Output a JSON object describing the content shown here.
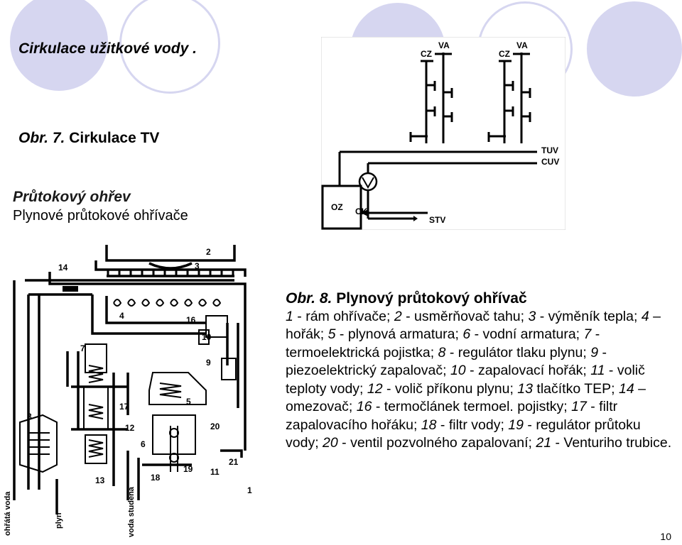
{
  "slide": {
    "title": "Cirkulace užitkové vody .",
    "figure7": {
      "prefix": "Obr. 7.",
      "label": "Cirkulace TV",
      "labels": {
        "va": "VA",
        "cz": "CZ",
        "tuv": "TUV",
        "cuv": "CUV",
        "oz": "OZ",
        "ck": "CK",
        "stv": "STV"
      }
    },
    "section": {
      "heading": "Průtokový ohřev",
      "subheading": "Plynové průtokové ohřívače"
    },
    "figure8": {
      "prefix": "Obr. 8.",
      "title": "Plynový průtokový ohřívač",
      "legend": [
        {
          "num": "1",
          "sep": " - ",
          "text": "rám ohřívače; "
        },
        {
          "num": "2",
          "sep": " - ",
          "text": "usměrňovač tahu; "
        },
        {
          "num": "3",
          "sep": " - ",
          "text": "výměník tepla; "
        },
        {
          "num": "4",
          "sep": " – ",
          "text": "hořák; "
        },
        {
          "num": "5",
          "sep": " - ",
          "text": "plynová armatura; "
        },
        {
          "num": "6",
          "sep": " - ",
          "text": "vodní armatura; "
        },
        {
          "num": "7",
          "sep": " - ",
          "text": "termoelektrická pojistka; "
        },
        {
          "num": "8",
          "sep": " - ",
          "text": "regulátor tlaku plynu; "
        },
        {
          "num": "9",
          "sep": " - ",
          "text": "piezoelektrický zapalovač; "
        },
        {
          "num": "10",
          "sep": " - ",
          "text": "zapalovací hořák; "
        },
        {
          "num": "11",
          "sep": " - ",
          "text": "volič teploty vody; "
        },
        {
          "num": "12",
          "sep": " - ",
          "text": "volič příkonu plynu; "
        },
        {
          "num": "13",
          "sep": " ",
          "text": "tlačítko TEP; "
        },
        {
          "num": "14",
          "sep": " – ",
          "text": "omezovač; "
        },
        {
          "num": "16",
          "sep": " - ",
          "text": "termočlánek termoel. pojistky; "
        },
        {
          "num": "17",
          "sep": " - ",
          "text": "filtr zapalovacího hořáku; "
        },
        {
          "num": "18",
          "sep": " - ",
          "text": "filtr vody; "
        },
        {
          "num": "19",
          "sep": " - ",
          "text": "regulátor průtoku vody; "
        },
        {
          "num": "20",
          "sep": " - ",
          "text": "ventil pozvolného zapalovaní; "
        },
        {
          "num": "21",
          "sep": " - ",
          "text": "Venturiho trubice."
        }
      ],
      "diagram_labels": {
        "n1": "1",
        "n2": "2",
        "n3": "3",
        "n4": "4",
        "n5": "5",
        "n6": "6",
        "n7": "7",
        "n8": "8",
        "n9": "9",
        "n10": "10",
        "n11": "11",
        "n12": "12",
        "n13": "13",
        "n14": "14",
        "n16": "16",
        "n17": "17",
        "n18": "18",
        "n19": "19",
        "n20": "20",
        "n21": "21",
        "hot_water": "ohřátá voda",
        "gas": "plyn",
        "cold_water": "voda studená"
      }
    },
    "page_number": "10",
    "accent_color": "#d6d6f0"
  }
}
